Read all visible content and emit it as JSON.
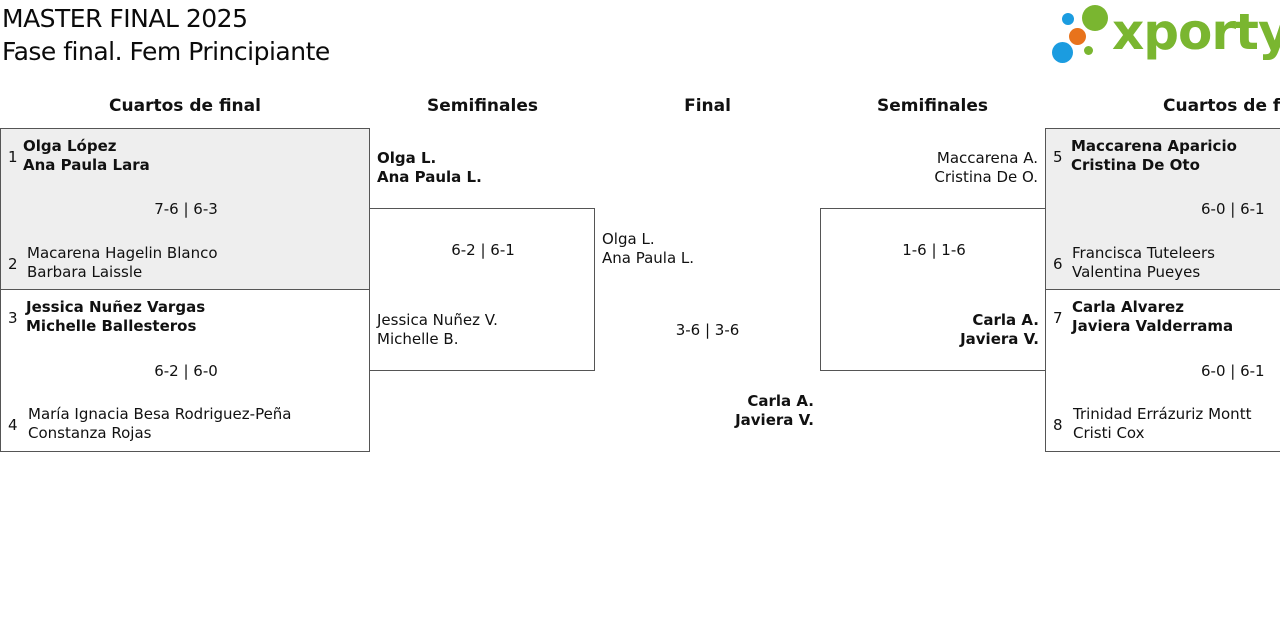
{
  "header": {
    "title_line1": "MASTER FINAL 2025",
    "title_line2": "Fase final. Fem Principiante",
    "logo_text": "xporty",
    "colors": {
      "logo_green": "#7ab630",
      "logo_blue": "#1b9ce0",
      "logo_orange": "#e8731c"
    }
  },
  "columns": {
    "qf_left": "Cuartos de final",
    "sf_left": "Semifinales",
    "final": "Final",
    "sf_right": "Semifinales",
    "qf_right": "Cuartos de final"
  },
  "qf_left": [
    {
      "top": {
        "seed": "1",
        "p1": "Olga López",
        "p2": "Ana Paula Lara"
      },
      "score": "7-6 | 6-3",
      "bottom": {
        "seed": "2",
        "p1": "Macarena Hagelin Blanco",
        "p2": "Barbara Laissle"
      }
    },
    {
      "top": {
        "seed": "3",
        "p1": "Jessica Nuñez Vargas",
        "p2": "Michelle Ballesteros"
      },
      "score": "6-2 | 6-0",
      "bottom": {
        "seed": "4",
        "p1": "María Ignacia Besa Rodriguez-Peña",
        "p2": "Constanza Rojas"
      }
    }
  ],
  "sf_left": {
    "top": {
      "p1": "Olga L.",
      "p2": "Ana Paula L."
    },
    "score": "6-2 | 6-1",
    "bottom": {
      "p1": "Jessica Nuñez V.",
      "p2": "Michelle B."
    }
  },
  "final": {
    "top": {
      "p1": "Olga L.",
      "p2": "Ana Paula L."
    },
    "score": "3-6 | 3-6",
    "bottom": {
      "p1": "Carla A.",
      "p2": "Javiera V."
    }
  },
  "sf_right": {
    "top": {
      "p1": "Maccarena A.",
      "p2": "Cristina De O."
    },
    "score": "1-6 | 1-6",
    "bottom": {
      "p1": "Carla A.",
      "p2": "Javiera V."
    }
  },
  "qf_right": [
    {
      "top": {
        "seed": "5",
        "p1": "Maccarena Aparicio",
        "p2": "Cristina De Oto"
      },
      "score": "6-0 | 6-1",
      "bottom": {
        "seed": "6",
        "p1": "Francisca Tuteleers",
        "p2": "Valentina Pueyes"
      }
    },
    {
      "top": {
        "seed": "7",
        "p1": "Carla Alvarez",
        "p2": "Javiera Valderrama"
      },
      "score": "6-0 | 6-1",
      "bottom": {
        "seed": "8",
        "p1": "Trinidad Errázuriz Montt",
        "p2": "Cristi Cox"
      }
    }
  ]
}
